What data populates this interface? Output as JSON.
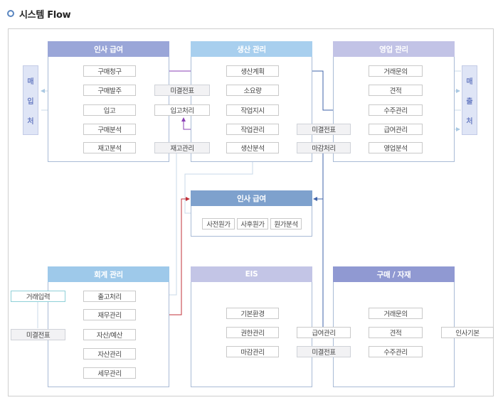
{
  "title": "시스템 Flow",
  "colors": {
    "header_insa": "#9aa6d8",
    "header_saengsan": "#a8cfee",
    "header_yeongeop": "#c2c3e6",
    "header_center": "#7ea1cd",
    "header_hoegye": "#9ec9ea",
    "header_eis": "#c3c5e6",
    "header_gumae": "#9099d2",
    "arrow_purple": "#8a3fb5",
    "arrow_blue": "#3f63a8",
    "arrow_red": "#c0303a",
    "line_light": "#a9c8e2"
  },
  "panels": {
    "insa_top": "인사 급여",
    "saengsan": "생산 관리",
    "yeongeop": "영업 관리",
    "insa_center": "인사 급여",
    "hoegye": "회계 관리",
    "eis": "EIS",
    "gumae": "구매 / 자재"
  },
  "side_left": [
    "매",
    "입",
    "처"
  ],
  "side_right": [
    "매",
    "출",
    "처"
  ],
  "insa_top_items": [
    "구매청구",
    "구매발주",
    "입고",
    "구매분석",
    "재고분석"
  ],
  "middle_items": [
    "미결전표",
    "입고처리",
    "재고관리"
  ],
  "saengsan_items": [
    "생산계획",
    "소요량",
    "작업지시",
    "작업관리",
    "생산분석"
  ],
  "mid2_items": [
    "미결전표",
    "마감처리"
  ],
  "yeongeop_items": [
    "거래문의",
    "견적",
    "수주관리",
    "급여관리",
    "영업분석"
  ],
  "center_items": [
    "사전원가",
    "사후원가",
    "원가분석"
  ],
  "hoegye_items": [
    "출고처리",
    "재무관리",
    "자산/예산",
    "자산관리",
    "세무관리"
  ],
  "hoegye_left": [
    "거래입력",
    "미결전표"
  ],
  "eis_items": [
    "기본환경",
    "권한관리",
    "마감관리"
  ],
  "eis_right": [
    "급여관리",
    "미결전표"
  ],
  "gumae_items": [
    "거래문의",
    "견적",
    "수주관리"
  ],
  "gumae_right": "인사기본"
}
